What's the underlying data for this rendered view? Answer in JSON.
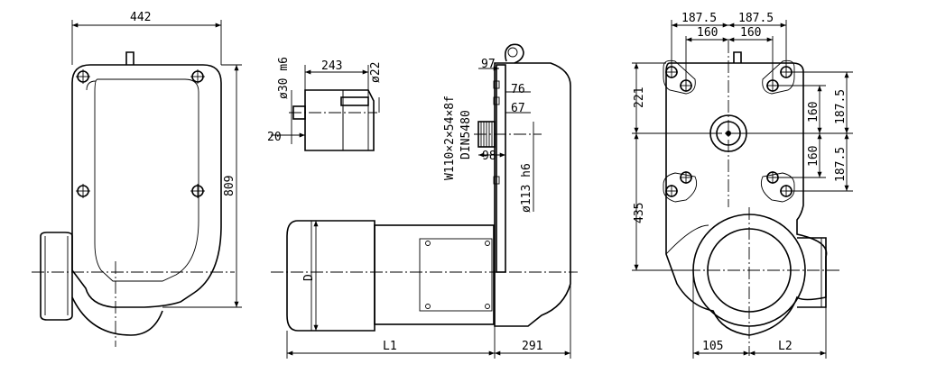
{
  "dimensions": {
    "front": {
      "width": "442",
      "height": "809"
    },
    "shaft_detail": {
      "shaft_dia": "ø30 m6",
      "length": "243",
      "key_dia": "ø22",
      "shoulder": "20"
    },
    "side": {
      "d97": "97",
      "d76": "76",
      "d67": "67",
      "spline": "W110×2×54×8f",
      "standard": "DIN5480",
      "d98": "98",
      "bore": "ø113 h6",
      "motor_dia": "D",
      "l1": "L1",
      "d291": "291"
    },
    "rear": {
      "top_left": "187.5",
      "top_right": "187.5",
      "inner_left": "160",
      "inner_right": "160",
      "right_160a": "160",
      "right_187a": "187.5",
      "right_160b": "160",
      "right_187b": "187.5",
      "left_221": "221",
      "left_435": "435",
      "bottom_105": "105",
      "bottom_l2": "L2"
    }
  }
}
